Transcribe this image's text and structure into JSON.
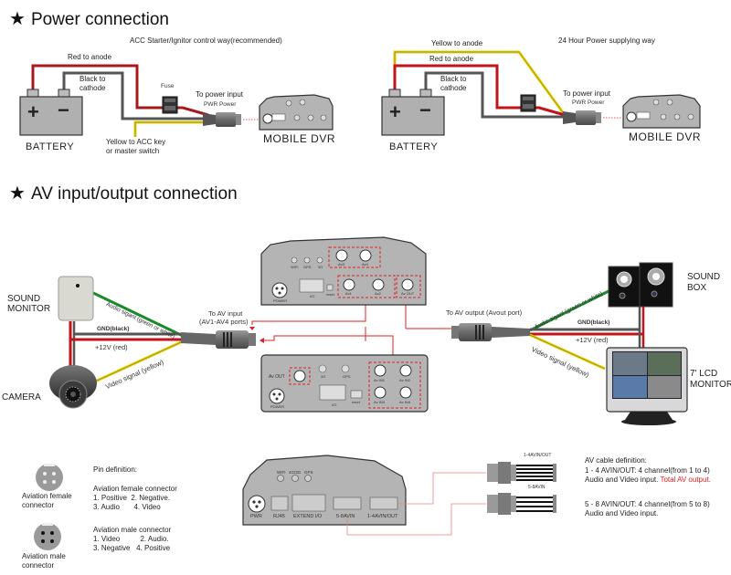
{
  "sections": {
    "power": {
      "title": "Power connection",
      "star_icon": "★"
    },
    "av": {
      "title": "AV input/output connection",
      "star_icon": "★"
    }
  },
  "power_acc": {
    "subtitle": "ACC Starter/Ignitor control way(recommended)",
    "red_label": "Red  to anode",
    "black_label_1": "Black  to",
    "black_label_2": "cathode",
    "fuse_label": "Fuse",
    "to_power_input": "To power  input",
    "pwr_power": "PWR Power",
    "yellow_label_1": "Yellow  to ACC  key",
    "yellow_label_2": "or  master switch",
    "battery_label": "BATTERY",
    "battery_plus": "+",
    "battery_minus": "−",
    "dvr_label": "MOBILE  DVR"
  },
  "power_24h": {
    "subtitle": "24 Hour Power supplying way",
    "yellow_label": "Yellow  to anode",
    "red_label": "Red  to anode",
    "black_label_1": "Black  to",
    "black_label_2": "cathode",
    "to_power_input": "To power  input",
    "pwr_power": "PWR Power",
    "battery_label": "BATTERY",
    "battery_plus": "+",
    "battery_minus": "−",
    "dvr_label": "MOBILE  DVR"
  },
  "av_left": {
    "sound_monitor_1": "SOUND",
    "sound_monitor_2": "MONITOR",
    "camera": "CAMERA",
    "audio_signal": "Audio  siganl (green or white)",
    "gnd": "GND(black)",
    "v12": "+12V (red)",
    "video_signal": "Video  signal (yellow)",
    "to_av_input_1": "To  AV  input",
    "to_av_input_2": "(AV1-AV4  ports)"
  },
  "av_right": {
    "sound_box_1": "SOUND",
    "sound_box_2": "BOX",
    "lcd_1": "7'  LCD",
    "lcd_2": "MONITOR",
    "audio_signal": "Audio  siganl (green or white)",
    "gnd": "GND(black)",
    "v12": "+12V (red)",
    "video_signal": "Video  signal (yellow)",
    "to_av_output": "To  AV  output (Avout  port)"
  },
  "dvr_top": {
    "leds": [
      "WIFI",
      "GPS",
      "3G"
    ],
    "ports_top": [
      "Av3",
      "Av4"
    ],
    "ports_bottom": [
      "Av1",
      "Av2"
    ],
    "av_out": "Av OUT",
    "power": "POWER",
    "io": "I/O",
    "reset": "reset"
  },
  "dvr_bottom": {
    "av_out": "Av OUT",
    "power": "POWER",
    "leds": [
      "3G",
      "GPS"
    ],
    "inputs": [
      "Av IN1",
      "Av IN2",
      "Av IN3",
      "Av IN4"
    ],
    "io": "I/O",
    "reset": "reset"
  },
  "pins": {
    "heading": "Pin definition:",
    "female_label_1": "Aviation female",
    "female_label_2": "connector",
    "female_title": "Aviation female connector",
    "female_line1": "1. Positive  2. Negative.",
    "female_line2": "3. Audio       4. Video",
    "male_label_1": "Aviation male",
    "male_label_2": "connector",
    "male_title": "Aviation male connector",
    "male_line1": "1. Video          2. Audio.",
    "male_line2": "3. Negative   4. Positive"
  },
  "dvr_panel": {
    "leds": [
      "WIFI",
      "4G/3G",
      "GPS"
    ],
    "ports": [
      "PWR",
      "RJ45",
      "EXTEND I/O",
      "5-8AVIN",
      "1-4AVIN/OUT"
    ]
  },
  "cables": {
    "cable1_label": "1-4AVIN/OUT",
    "cable2_label": "5-8AVIN",
    "def_heading": "AV cable definition:",
    "def1_line1": "1 - 4 AVIN/OUT: 4 channel(from 1 to 4)",
    "def1_line2": "Audio and Video input. ",
    "def1_highlight": "Total AV output.",
    "def2_line1": "5 - 8 AVIN/OUT: 4 channel(from 5 to 8)",
    "def2_line2": "Audio and Video input."
  },
  "colors": {
    "wire_red": "#c0141a",
    "wire_black": "#555555",
    "wire_yellow": "#e8d200",
    "wire_green": "#1a8a2a",
    "annotation_red": "#e02020",
    "device_gray": "#b4b4b4"
  }
}
